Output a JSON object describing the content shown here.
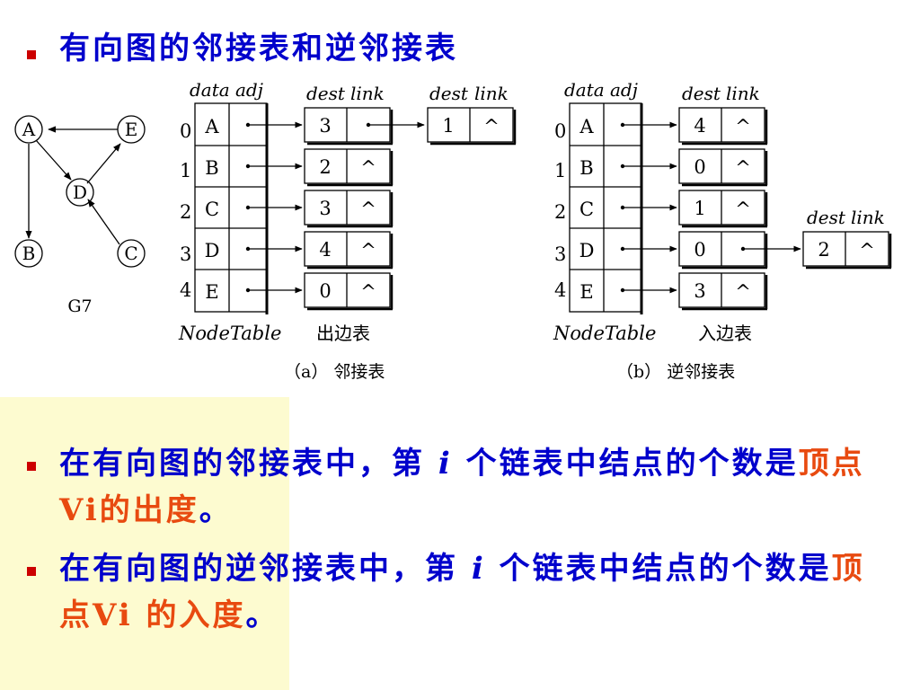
{
  "title": "有向图的邻接表和逆邻接表",
  "graph": {
    "nodes": [
      "A",
      "E",
      "D",
      "B",
      "C"
    ],
    "label": "G7"
  },
  "table_a": {
    "header_data": "data",
    "header_adj": "adj",
    "indices": [
      "0",
      "1",
      "2",
      "3",
      "4"
    ],
    "rows": [
      "A",
      "B",
      "C",
      "D",
      "E"
    ],
    "node_table_label": "NodeTable",
    "list_header_dest": "dest",
    "list_header_link": "link",
    "list_values": [
      "3",
      "2",
      "3",
      "4",
      "0"
    ],
    "null_symbol": "^",
    "extra_header_dest": "dest",
    "extra_header_link": "link",
    "extra_value": "1",
    "list_label": "出边表",
    "caption": "（a） 邻接表"
  },
  "table_b": {
    "header_data": "data",
    "header_adj": "adj",
    "indices": [
      "0",
      "1",
      "2",
      "3",
      "4"
    ],
    "rows": [
      "A",
      "B",
      "C",
      "D",
      "E"
    ],
    "node_table_label": "NodeTable",
    "list_header_dest": "dest",
    "list_header_link": "link",
    "list_values": [
      "4",
      "0",
      "1",
      "0",
      "3"
    ],
    "null_symbol": "^",
    "extra_header_dest": "dest",
    "extra_header_link": "link",
    "extra_value": "2",
    "list_label": "入边表",
    "caption": "（b） 逆邻接表"
  },
  "bullets": [
    {
      "pre": "在有向图的邻接表中，第",
      "var": "i",
      "mid": "个链表中结点的个数是",
      "em": "顶点Vi的出度",
      "post": "。"
    },
    {
      "pre": "在有向图的逆邻接表中，第",
      "var": "i",
      "mid": "个链表中结点的个数是",
      "em": "顶点Vi 的入度",
      "post": "。"
    }
  ],
  "colors": {
    "text_blue": "#0000cc",
    "emphasis": "#e84a10",
    "bullet": "#cc0000",
    "panel": "#fdfbd0"
  }
}
